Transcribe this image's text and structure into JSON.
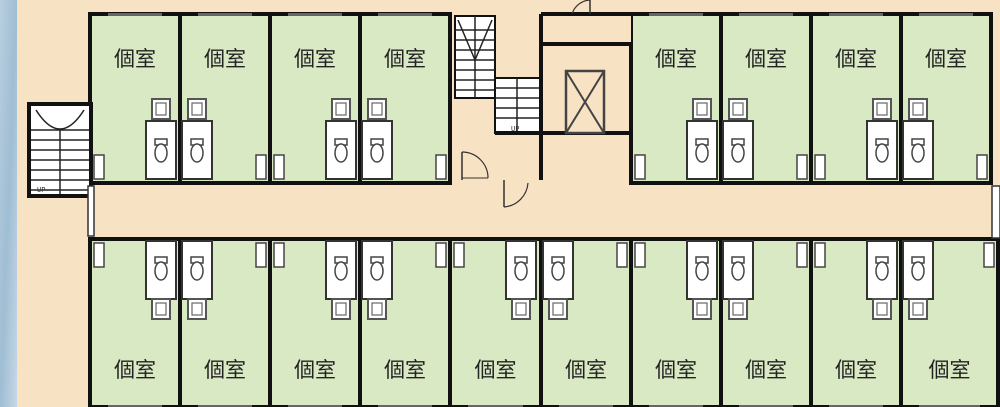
{
  "floor_plan": {
    "room_label": "個室",
    "rooms_top": [
      {
        "label": "個室"
      },
      {
        "label": "個室"
      },
      {
        "label": "個室"
      },
      {
        "label": "個室"
      },
      {
        "label": "個室"
      },
      {
        "label": "個室"
      },
      {
        "label": "個室"
      },
      {
        "label": "個室"
      }
    ],
    "rooms_bottom": [
      {
        "label": "個室"
      },
      {
        "label": "個室"
      },
      {
        "label": "個室"
      },
      {
        "label": "個室"
      },
      {
        "label": "個室"
      },
      {
        "label": "個室"
      },
      {
        "label": "個室"
      },
      {
        "label": "個室"
      },
      {
        "label": "個室"
      },
      {
        "label": "個室"
      }
    ],
    "stair_labels": [
      "UP",
      "UP"
    ],
    "colors": {
      "background": "#f8e2c4",
      "corridor": "#f8e2c4",
      "room_fill": "#d9e9c4",
      "wall": "#111111",
      "window": "#666666",
      "left_edge": "#a8c4d8"
    }
  }
}
